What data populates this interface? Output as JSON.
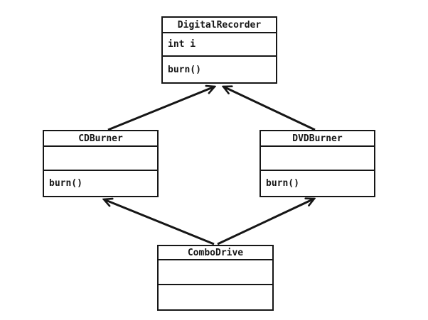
{
  "diagram": {
    "kind": "uml-class-diagram",
    "classes": [
      {
        "name": "DigitalRecorder",
        "attributes": [
          "int i"
        ],
        "methods": [
          "burn()"
        ]
      },
      {
        "name": "CDBurner",
        "attributes": [],
        "methods": [
          "burn()"
        ]
      },
      {
        "name": "DVDBurner",
        "attributes": [],
        "methods": [
          "burn()"
        ]
      },
      {
        "name": "ComboDrive",
        "attributes": [],
        "methods": []
      }
    ],
    "relationships": [
      {
        "from": "CDBurner",
        "to": "DigitalRecorder",
        "type": "inheritance"
      },
      {
        "from": "DVDBurner",
        "to": "DigitalRecorder",
        "type": "inheritance"
      },
      {
        "from": "ComboDrive",
        "to": "CDBurner",
        "type": "inheritance"
      },
      {
        "from": "ComboDrive",
        "to": "DVDBurner",
        "type": "inheritance"
      }
    ],
    "colors": {
      "line": "#161616",
      "box_fill": "#ffffff",
      "background": "#ffffff"
    }
  }
}
